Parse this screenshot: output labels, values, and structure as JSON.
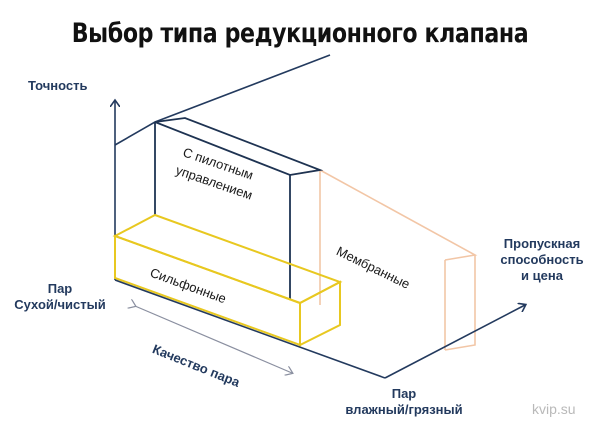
{
  "title": "Выбор типа редукционного клапана",
  "axes": {
    "y_label": "Точность",
    "x_left_line1": "Пар",
    "x_left_line2": "Сухой/чистый",
    "x_right_line1": "Пар",
    "x_right_line2": "влажный/грязный",
    "z_line1": "Пропускная",
    "z_line2": "способность",
    "z_line3": "и цена",
    "quality_label": "Качество пара"
  },
  "boxes": {
    "pilot_line1": "С пилотным",
    "pilot_line2": "управлением",
    "bellows": "Сильфонные",
    "membrane": "Мембранные"
  },
  "colors": {
    "axis": "#233a5e",
    "pilot": "#1e3352",
    "bellows": "#e8c820",
    "membrane": "#f2c6a6"
  },
  "watermark": "kvip.su"
}
